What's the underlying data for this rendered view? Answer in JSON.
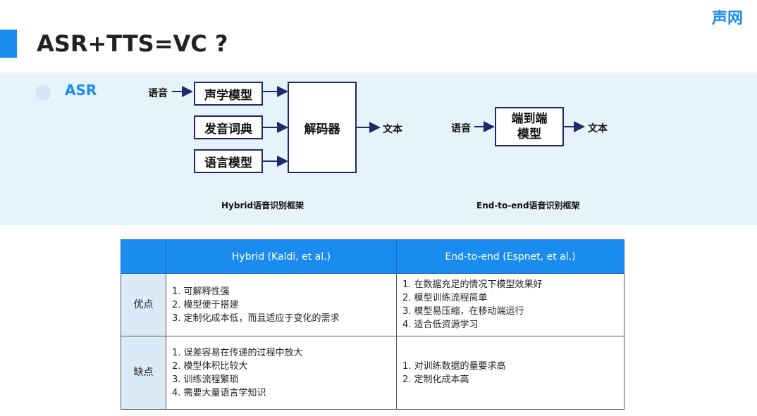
{
  "header": {
    "title": "ASR+TTS=VC ?",
    "brand": "声网"
  },
  "asr_section": {
    "label": "ASR"
  },
  "hybrid_diagram": {
    "input_label": "语音",
    "models": [
      "声学模型",
      "发音词典",
      "语言模型"
    ],
    "decoder": "解码器",
    "output_label": "文本",
    "caption": "Hybrid语音识别框架"
  },
  "e2e_diagram": {
    "input_label": "语音",
    "model": "端到端模型",
    "output_label": "文本",
    "caption": "End-to-end语音识别框架"
  },
  "comparison_table": {
    "headers": [
      "Hybrid (Kaldi, et al.)",
      "End-to-end (Espnet, et al.)"
    ],
    "rows": [
      {
        "label": "优点",
        "hybrid": [
          "1. 可解释性强",
          "2. 模型便于搭建",
          "3. 定制化成本低，而且适应于变化的需求"
        ],
        "e2e": [
          "1. 在数据充足的情况下模型效果好",
          "2. 模型训练流程简单",
          "3. 模型易压缩，在移动端运行",
          "4. 适合低资源学习"
        ]
      },
      {
        "label": "缺点",
        "hybrid": [
          "1. 误差容易在传递的过程中放大",
          "2. 模型体积比较大",
          "3. 训练流程繁琐",
          "4. 需要大量语言学知识"
        ],
        "e2e": [
          "1. 对训练数据的量要求高",
          "2. 定制化成本高"
        ]
      }
    ]
  }
}
